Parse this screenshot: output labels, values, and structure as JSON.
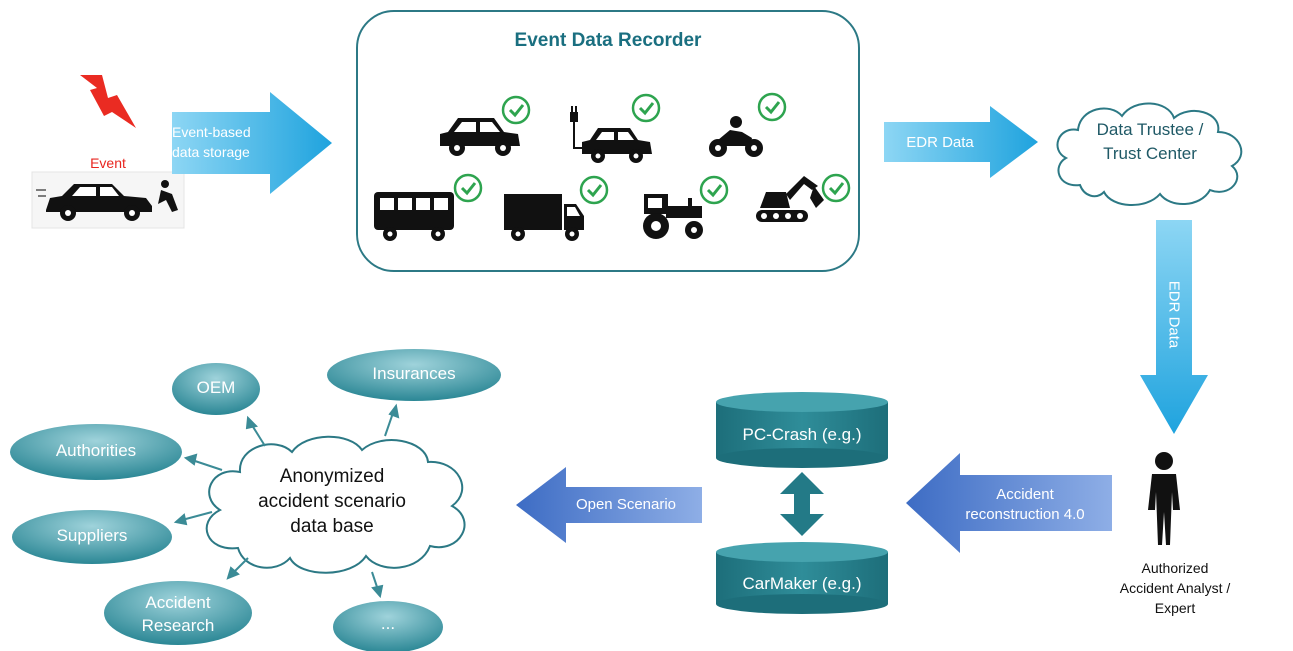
{
  "event": {
    "label": "Event"
  },
  "arrows": {
    "event_storage": "Event-based data storage",
    "event_storage_line1": "Event-based",
    "event_storage_line2": "data storage",
    "edr_data_1": "EDR Data",
    "edr_data_2": "EDR Data",
    "accident_recon_line1": "Accident",
    "accident_recon_line2": "reconstruction 4.0",
    "open_scenario": "Open Scenario"
  },
  "edr": {
    "title": "Event Data Recorder",
    "vehicles": [
      "car-icon",
      "electric-car-icon",
      "motorcycle-icon",
      "bus-icon",
      "truck-icon",
      "tractor-icon",
      "excavator-icon"
    ]
  },
  "trustee": {
    "line1": "Data Trustee /",
    "line2": "Trust Center"
  },
  "analyst": {
    "line1": "Authorized",
    "line2": "Accident Analyst /",
    "line3": "Expert"
  },
  "databases": {
    "pc_crash": "PC-Crash (e.g.)",
    "carmaker": "CarMaker (e.g.)"
  },
  "cloud_db": {
    "line1": "Anonymized",
    "line2": "accident scenario",
    "line3": "data base"
  },
  "stakeholders": {
    "oem": "OEM",
    "insurances": "Insurances",
    "authorities": "Authorities",
    "suppliers": "Suppliers",
    "research_line1": "Accident",
    "research_line2": "Research",
    "more": "..."
  },
  "colors": {
    "arrow_light": "#6ec9ef",
    "arrow_dark": "#27a9e1",
    "arrow_blue": "#5b84d0",
    "teal": "#237a87",
    "teal_light": "#5fa8b3",
    "check": "#2ea44f",
    "event_red": "#e8251f"
  }
}
